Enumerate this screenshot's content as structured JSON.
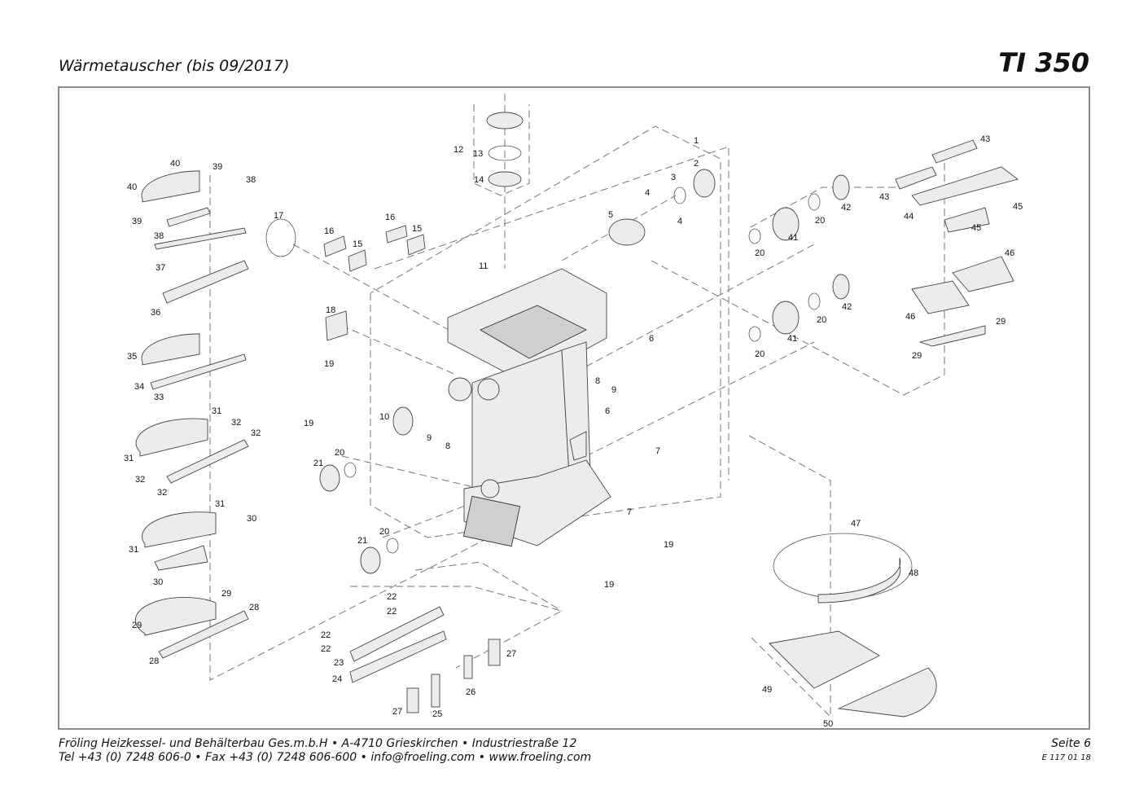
{
  "header": {
    "title": "Wärmetauscher (bis 09/2017)",
    "model": "TI 350"
  },
  "footer": {
    "line1": "Fröling Heizkessel- und Behälterbau Ges.m.b.H   •   A-4710 Grieskirchen   •   Industriestraße 12",
    "line2": "Tel +43 (0) 7248 606-0   •   Fax +43 (0) 7248 606-600   •   info@froeling.com   •   www.froeling.com",
    "page": "Seite 6",
    "code": "E 117 01 18"
  },
  "callouts": [
    "1",
    "2",
    "3",
    "4",
    "5",
    "6",
    "7",
    "8",
    "9",
    "10",
    "11",
    "12",
    "13",
    "14",
    "15",
    "16",
    "17",
    "18",
    "19",
    "20",
    "21",
    "22",
    "23",
    "24",
    "25",
    "26",
    "27",
    "28",
    "29",
    "30",
    "31",
    "32",
    "33",
    "34",
    "35",
    "36",
    "37",
    "38",
    "39",
    "40",
    "41",
    "42",
    "43",
    "44",
    "45",
    "46",
    "47",
    "48",
    "49",
    "50"
  ]
}
